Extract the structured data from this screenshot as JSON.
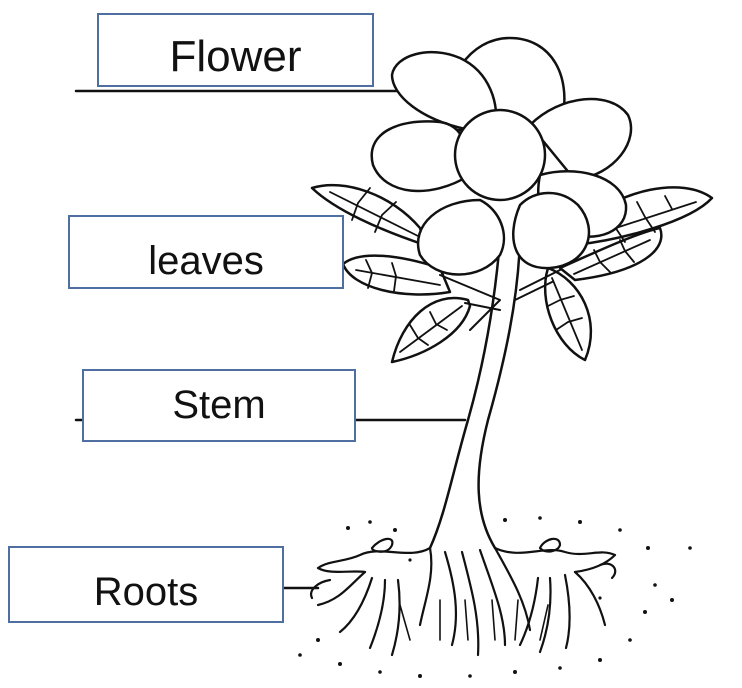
{
  "diagram": {
    "labels": {
      "flower": "Flower",
      "leaves": "leaves",
      "stem": "Stem",
      "roots": "Roots"
    },
    "colors": {
      "box_border": "#4f6fa3",
      "line": "#111111"
    }
  }
}
